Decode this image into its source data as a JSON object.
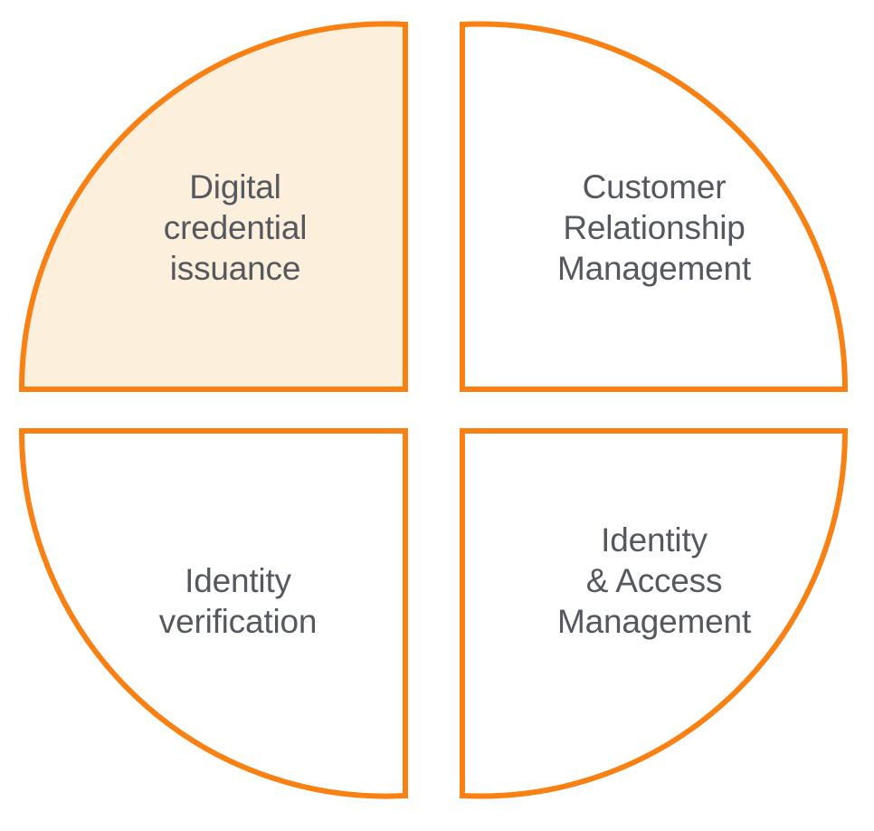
{
  "diagram": {
    "type": "four-quadrant-circle",
    "shape": "circle divided into four quarter-circle sectors separated by a cross-shaped gap",
    "colors": {
      "stroke": "#F98012",
      "highlight_fill": "#FCEFDC",
      "text": "#55585E",
      "background": "#FFFFFF"
    },
    "quadrants": [
      {
        "position": "top-left",
        "label": "Digital\ncredential\nissuance",
        "label_lines": [
          "Digital",
          "credential",
          "issuance"
        ],
        "highlighted": true
      },
      {
        "position": "top-right",
        "label": "Customer\nRelationship\nManagement",
        "label_lines": [
          "Customer",
          "Relationship",
          "Management"
        ],
        "highlighted": false
      },
      {
        "position": "bottom-left",
        "label": "Identity\nverification",
        "label_lines": [
          "Identity",
          "verification"
        ],
        "highlighted": false
      },
      {
        "position": "bottom-right",
        "label": "Identity\n& Access\nManagement",
        "label_lines": [
          "Identity",
          "& Access",
          "Management"
        ],
        "highlighted": false
      }
    ]
  }
}
